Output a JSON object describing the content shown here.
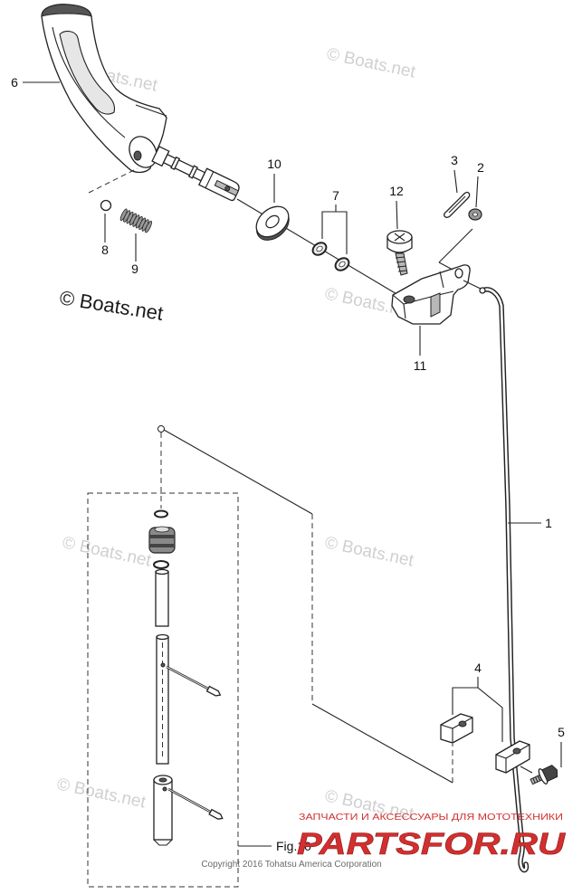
{
  "diagram": {
    "callouts": [
      "1",
      "2",
      "3",
      "4",
      "5",
      "6",
      "7",
      "8",
      "9",
      "10",
      "11",
      "12"
    ],
    "watermark": "© Boats.net",
    "figure_label": "Fig.10",
    "copyright": "Copyright 2016 Tohatsu America Corporation"
  },
  "logo": {
    "tagline": "ЗАПЧАСТИ И АКСЕССУАРЫ ДЛЯ МОТОТЕХНИКИ",
    "name": "PARTSFOR.RU",
    "color": "#d32f2f"
  }
}
